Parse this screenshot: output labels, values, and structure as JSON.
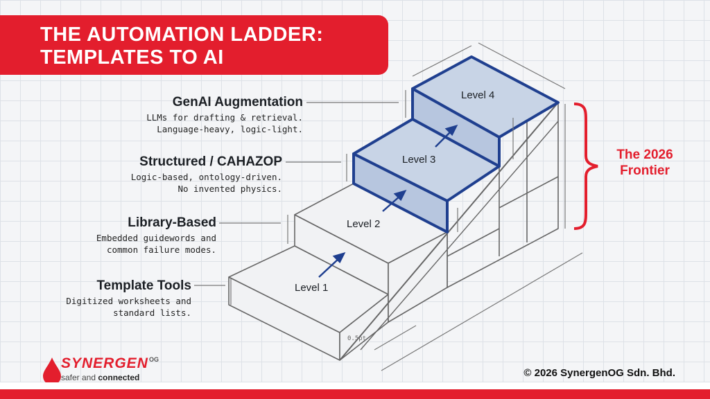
{
  "title": {
    "line1": "THE AUTOMATION LADDER:",
    "line2": "TEMPLATES TO AI"
  },
  "tiers": [
    {
      "heading": "GenAI Augmentation",
      "desc1": "LLMs for drafting & retrieval.",
      "desc2": "Language-heavy, logic-light."
    },
    {
      "heading": "Structured / CAHAZOP",
      "desc1": "Logic-based, ontology-driven.",
      "desc2": "No invented physics."
    },
    {
      "heading": "Library-Based",
      "desc1": "Embedded guidewords and",
      "desc2": "common failure modes."
    },
    {
      "heading": "Template Tools",
      "desc1": "Digitized worksheets and",
      "desc2": "standard lists."
    }
  ],
  "levels": [
    "Level 1",
    "Level 2",
    "Level 3",
    "Level 4"
  ],
  "frontier": {
    "line1": "The 2026",
    "line2": "Frontier"
  },
  "dimension_label": "0.5pt",
  "logo": {
    "name": "SYNERGEN",
    "sup": "OG",
    "tag_light": "safer and ",
    "tag_bold": "connected"
  },
  "copyright": "© 2026 SynergenOG Sdn. Bhd.",
  "colors": {
    "accent": "#e31e2d",
    "highlight": "#1f3f8f",
    "highlight_fill": "#b7c6df"
  }
}
